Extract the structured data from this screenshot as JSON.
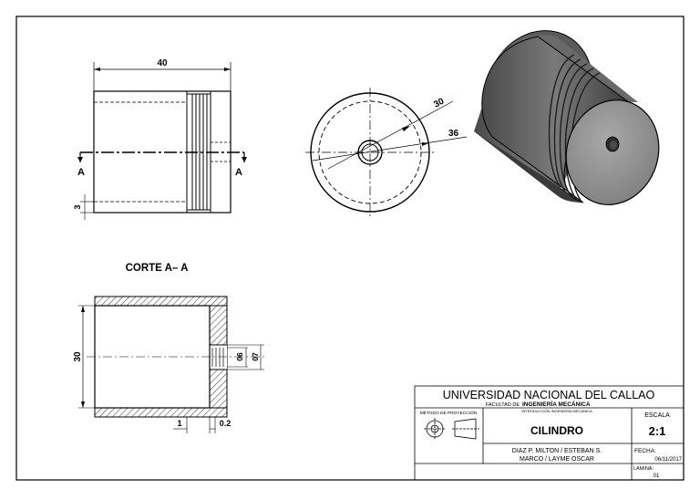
{
  "drawing": {
    "front_view": {
      "width_dim": "40",
      "section_mark_left": "A",
      "section_mark_right": "A",
      "small_dim": "3"
    },
    "side_view": {
      "dim_inner": "30",
      "dim_outer": "36"
    },
    "section": {
      "title": "CORTE  A– A",
      "height_dim": "30",
      "hole_dim_1": "06",
      "hole_dim_2": "07",
      "bottom_dim_1": "1",
      "bottom_dim_2": "0.2"
    }
  },
  "title_block": {
    "university": "UNIVERSIDAD NACIONAL DEL CALLAO",
    "faculty_prefix": "FACULTAD  DE",
    "faculty_name": "INGENIERÍA MECÁNICA",
    "projection_label": "MÉTODO DE PROYECCIÓN",
    "course": "INTRODUCCIÓN INGENIERÍA MECÁNICA",
    "part_name": "CILINDRO",
    "authors_line1": "DIAZ  P.  MILTON /   ESTEBAN  S.",
    "authors_line2": "MARCO   /    LAYME  OSCAR",
    "scale_label": "ESCALA",
    "scale_value": "2:1",
    "date_label": "FECHA:",
    "date_value": "06/11/2017",
    "sheet_label": "LÁMINA:",
    "sheet_value": "01"
  },
  "colors": {
    "line": "#000000",
    "solid_dark": "#3a3a3a",
    "solid_mid": "#6e6e6e",
    "solid_light": "#9a9a9a"
  }
}
